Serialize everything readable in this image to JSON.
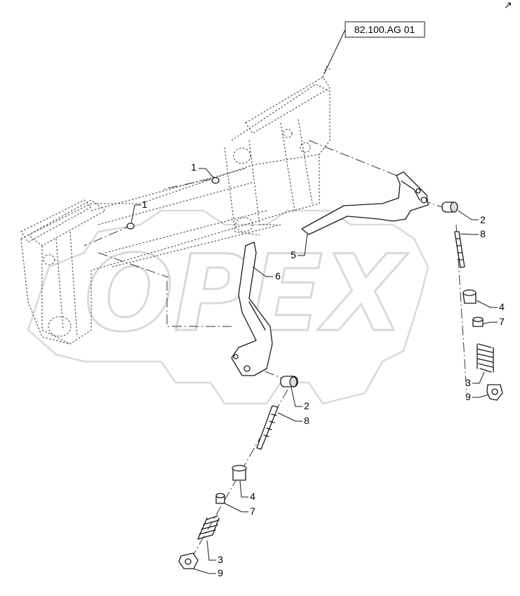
{
  "reference_box": {
    "text": "82.100.AG 01"
  },
  "corner_mark": {
    "text": "↗"
  },
  "watermark": {
    "text": "OPEX"
  },
  "callouts": [
    {
      "number": "1",
      "part": "nut-upper"
    },
    {
      "number": "1",
      "part": "nut-lower"
    },
    {
      "number": "2",
      "part": "pin-right"
    },
    {
      "number": "8",
      "part": "rod-right"
    },
    {
      "number": "5",
      "part": "lever-right"
    },
    {
      "number": "6",
      "part": "lever-left"
    },
    {
      "number": "4",
      "part": "bushing-right"
    },
    {
      "number": "7",
      "part": "sleeve-right"
    },
    {
      "number": "3",
      "part": "spring-right"
    },
    {
      "number": "9",
      "part": "cap-right"
    },
    {
      "number": "2",
      "part": "pin-lower"
    },
    {
      "number": "8",
      "part": "rod-lower"
    },
    {
      "number": "4",
      "part": "bushing-lower"
    },
    {
      "number": "7",
      "part": "sleeve-lower"
    },
    {
      "number": "3",
      "part": "spring-lower"
    },
    {
      "number": "9",
      "part": "cap-lower"
    }
  ]
}
